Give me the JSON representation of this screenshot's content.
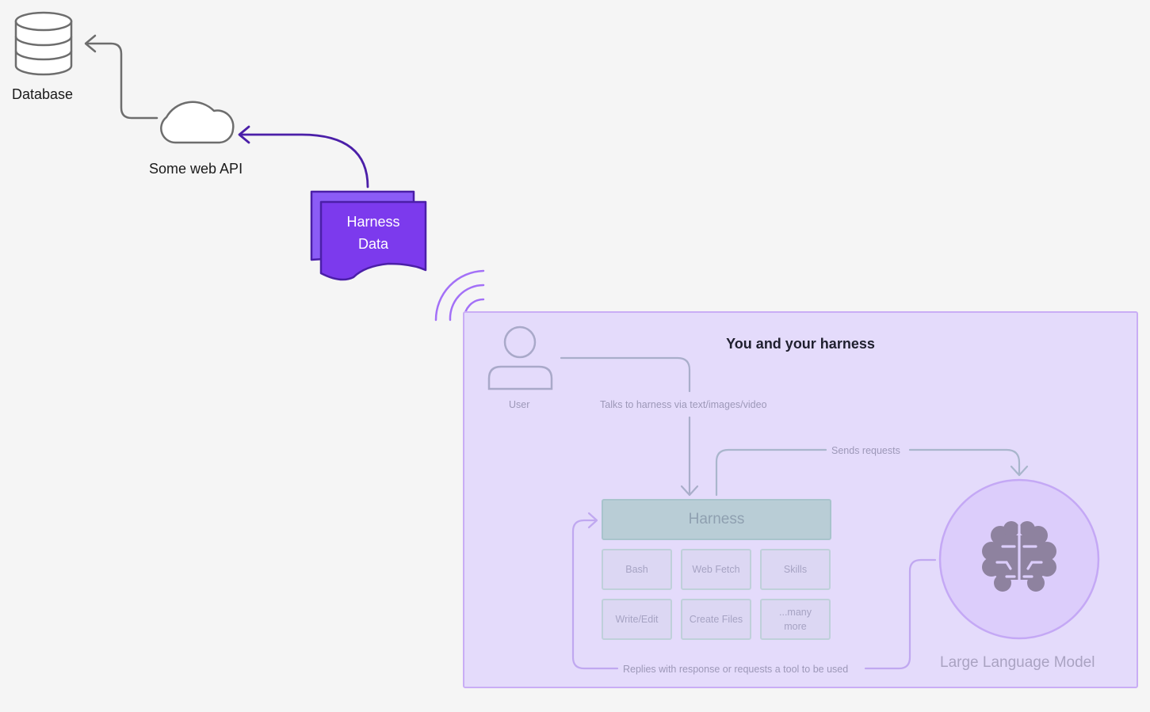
{
  "database": {
    "label": "Database"
  },
  "web_api": {
    "label": "Some web API"
  },
  "harness_data": {
    "line1": "Harness",
    "line2": "Data"
  },
  "harness_box": {
    "title": "You and your harness",
    "user_label": "User",
    "talks_label": "Talks to harness via text/images/video",
    "sends_label": "Sends requests",
    "harness_label": "Harness",
    "tools": [
      {
        "label": "Bash"
      },
      {
        "label": "Web Fetch"
      },
      {
        "label": "Skills"
      },
      {
        "label": "Write/Edit"
      },
      {
        "label": "Create Files"
      },
      {
        "label_line1": "...many",
        "label_line2": "more"
      }
    ],
    "replies_label": "Replies with response or requests a tool to be used",
    "llm_label": "Large Language Model"
  },
  "colors": {
    "accent": "#7c4dff",
    "accent_dark": "#4b1fa8",
    "container_bg": "#e4dbfb",
    "container_border": "#c9adf5",
    "harness_bar": "#b9cdd6"
  }
}
